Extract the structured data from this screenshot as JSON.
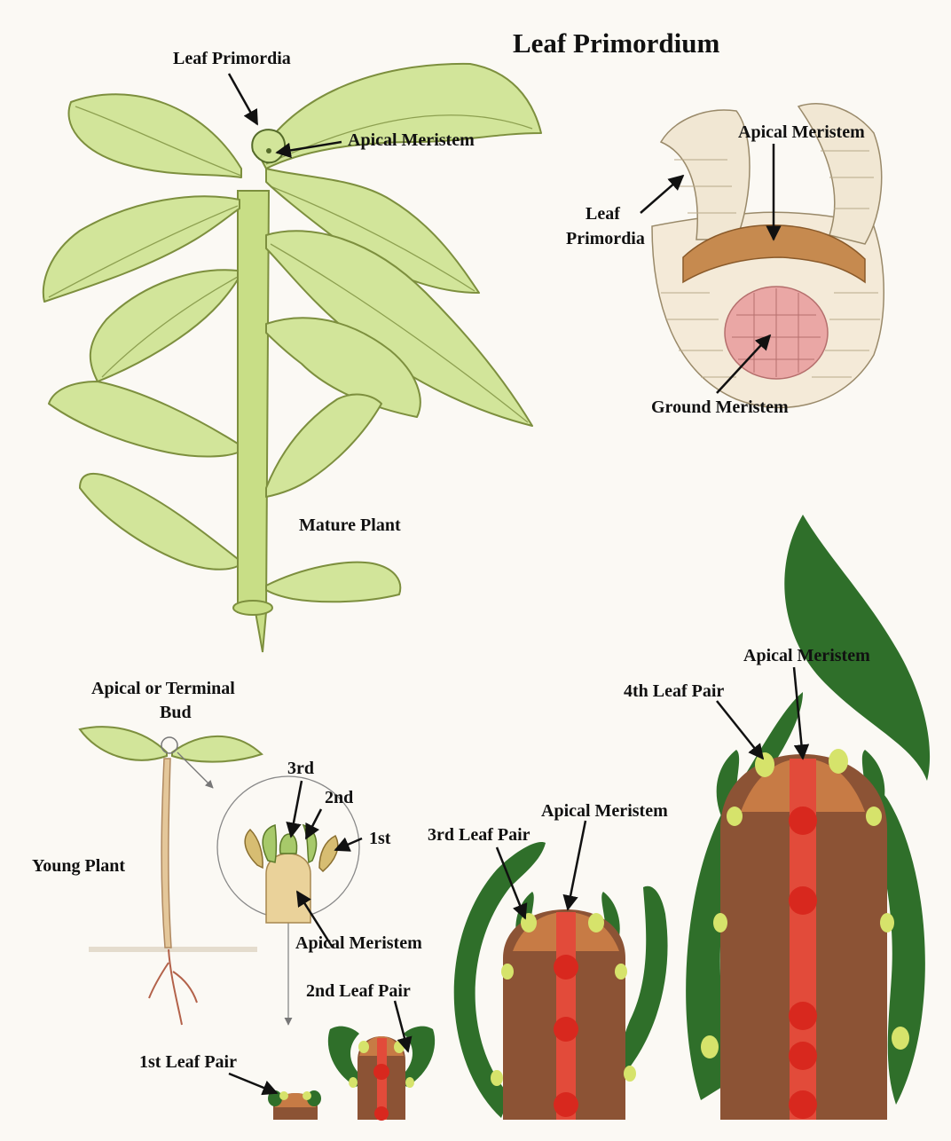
{
  "title": "Leaf Primordium",
  "labels": {
    "leaf_primordia_top": "Leaf Primordia",
    "apical_meristem_top": "Apical Meristem",
    "mature_plant": "Mature Plant",
    "section_apical_meristem": "Apical Meristem",
    "section_leaf": "Leaf",
    "section_primordia": "Primordia",
    "ground_meristem": "Ground Meristem",
    "apical_or_terminal": "Apical or Terminal",
    "bud": "Bud",
    "young_plant": "Young Plant",
    "third": "3rd",
    "second": "2nd",
    "first": "1st",
    "apical_meristem_bud": "Apical Meristem",
    "first_leaf_pair": "1st Leaf Pair",
    "second_leaf_pair": "2nd Leaf Pair",
    "third_leaf_pair": "3rd Leaf Pair",
    "apical_meristem_stage3": "Apical Meristem",
    "fourth_leaf_pair": "4th Leaf Pair",
    "apical_meristem_stage4": "Apical Meristem"
  },
  "colors": {
    "background": "#fbf9f4",
    "leaf_light": "#d2e59a",
    "leaf_stroke": "#7d8f3e",
    "stem": "#c8de86",
    "meristem_tan": "#c68a4f",
    "ground_meristem_pink": "#eaa7a5",
    "stage_brown": "#8c5335",
    "stage_cap": "#c77b45",
    "stage_core": "#e24b3a",
    "leaf_dark": "#2f6f2a",
    "primordium_yellow": "#d6e36b"
  }
}
